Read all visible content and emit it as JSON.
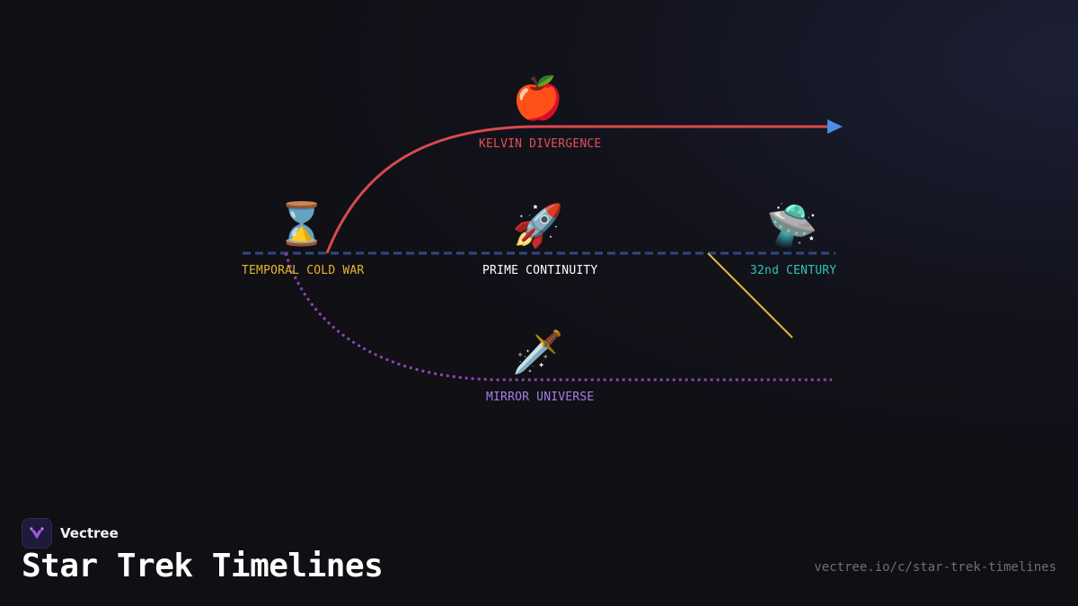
{
  "diagram": {
    "nodes": [
      {
        "id": "kelvin",
        "label": "KELVIN DIVERGENCE",
        "icon": "apple-icon",
        "glyph": "🍎",
        "color": "#e0505a"
      },
      {
        "id": "temporal",
        "label": "TEMPORAL COLD WAR",
        "icon": "hourglass-icon",
        "glyph": "⌛",
        "color": "#e5b530"
      },
      {
        "id": "prime",
        "label": "PRIME CONTINUITY",
        "icon": "rocket-icon",
        "glyph": "🚀",
        "color": "#ffffff"
      },
      {
        "id": "century32",
        "label": "32nd CENTURY",
        "icon": "flying-saucer-icon",
        "glyph": "🛸",
        "color": "#2ec4b6"
      },
      {
        "id": "mirror",
        "label": "MIRROR UNIVERSE",
        "icon": "dagger-icon",
        "glyph": "🗡️",
        "color": "#a77de8"
      }
    ],
    "colors": {
      "prime_line": "#2e4a80",
      "kelvin_line": "#d94a4f",
      "arrow_head": "#4a90e2",
      "mirror_line": "#8e44ad",
      "century_line": "#e5b530"
    }
  },
  "footer": {
    "brand_name": "Vectree",
    "title": "Star Trek Timelines",
    "url": "vectree.io/c/star-trek-timelines"
  }
}
